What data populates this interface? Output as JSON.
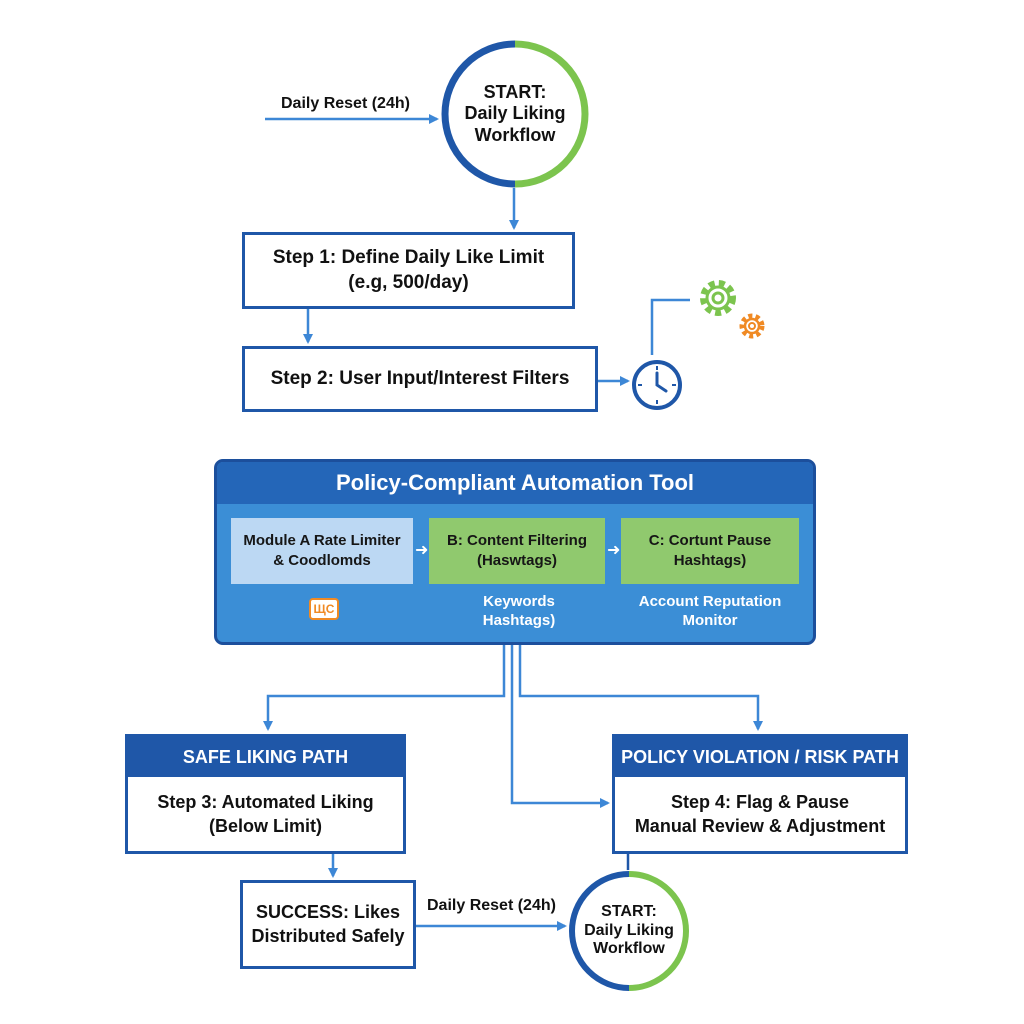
{
  "top": {
    "reset_label": "Daily Reset (24h)",
    "start_line1": "START:",
    "start_line2": "Daily Liking",
    "start_line3": "Workflow"
  },
  "step1": {
    "line1": "Step 1: Define Daily Like Limit",
    "line2": "(e.g, 500/day)"
  },
  "step2": {
    "label": "Step 2: User Input/Interest Filters"
  },
  "tool": {
    "title": "Policy-Compliant Automation Tool",
    "module_a_line1": "Module A Rate Limiter",
    "module_a_line2": "& Coodlomds",
    "module_b_line1": "B: Content Filtering",
    "module_b_line2": "(Haswtags)",
    "module_c_line1": "C: Cortunt Pause",
    "module_c_line2": "Hashtags)",
    "badge_text": "ЩС",
    "keywords_line1": "Keywords",
    "keywords_line2": "Hashtags)",
    "monitor_line1": "Account Reputation",
    "monitor_line2": "Monitor"
  },
  "safe_path": {
    "header": "SAFE LIKING PATH",
    "line1": "Step 3: Automated Liking",
    "line2": "(Below Limit)"
  },
  "risk_path": {
    "header": "POLICY VIOLATION / RISK PATH",
    "line1": "Step 4: Flag & Pause",
    "line2": "Manual Review & Adjustment"
  },
  "success": {
    "line1": "SUCCESS: Likes",
    "line2": "Distributed Safely"
  },
  "bottom": {
    "reset_label": "Daily Reset (24h)",
    "start_line1": "START:",
    "start_line2": "Daily Liking",
    "start_line3": "Workflow"
  },
  "icons": {
    "clock": "clock-icon",
    "gears": "gears-icon"
  },
  "colors": {
    "primary_blue": "#1f57a8",
    "arrow_blue": "#3d87d6",
    "ring_green": "#7cc44e",
    "panel_blue": "#3b8ed6",
    "module_green": "#90c96e",
    "module_light": "#bcd8f3",
    "gear_green": "#7cc44e",
    "gear_orange": "#f08a24"
  }
}
